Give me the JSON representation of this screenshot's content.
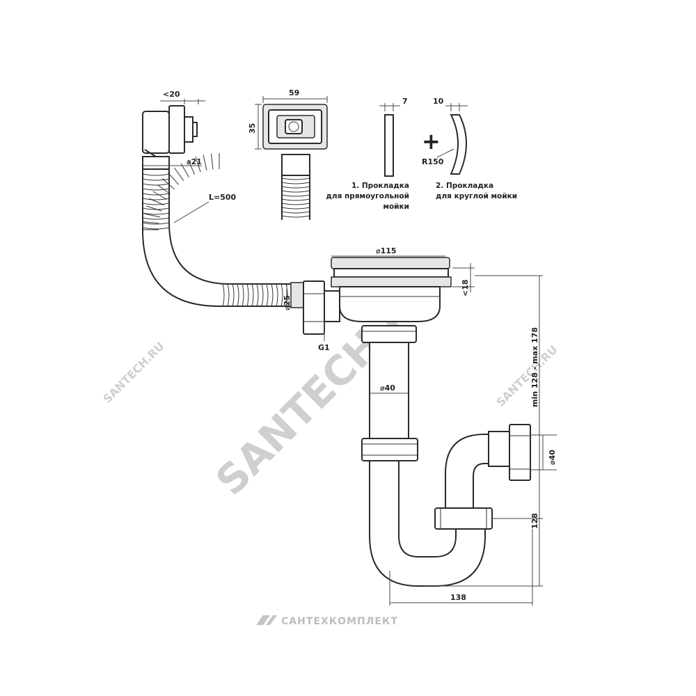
{
  "dimensions": {
    "overflow_depth": "<20",
    "overflow_dia": "⌀21",
    "hose_length": "L=500",
    "overflow_width": "59",
    "overflow_height": "35",
    "gasket1_thickness": "7",
    "gasket2_thickness": "10",
    "gasket2_radius": "R150",
    "grate_dia": "⌀115",
    "grate_height": "<18",
    "inlet_dia": "⌀25",
    "thread": "G1",
    "tube_dia": "⌀40",
    "outlet_dia": "⌀40",
    "height_range": "min 128 - max 178",
    "trap_height": "128",
    "trap_width": "138"
  },
  "gasket1": {
    "line1": "1. Прокладка",
    "line2": "для прямоугольной",
    "line3": "мойки"
  },
  "gasket2": {
    "line1": "2. Прокладка",
    "line2": "для круглой мойки"
  },
  "plus_sign": "+",
  "watermark": {
    "main": "SANTECH.RU",
    "left": "SANTECH.RU",
    "right": "SANTECH.RU"
  },
  "footer_brand": "САНТЕХКОМПЛЕКТ",
  "colors": {
    "line": "#2a2a2a",
    "fill_gray": "#c9c9c9",
    "watermark": "#cfcfcf"
  }
}
